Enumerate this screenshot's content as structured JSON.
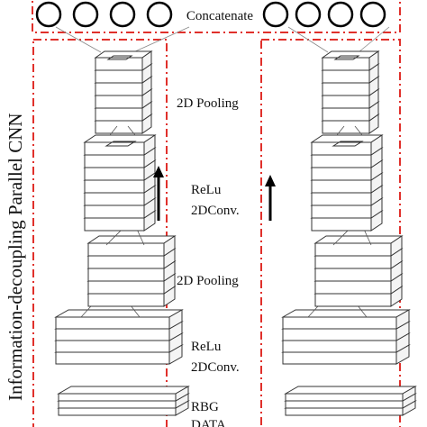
{
  "vertical_title": "Information-decoupling Parallel CNN",
  "concat_label": "Concatenate",
  "concat_circles": {
    "left_count": 4,
    "right_count": 4
  },
  "labels": {
    "pool_top": "2D Pooling",
    "relu_top": "ReLu",
    "conv_top": "2DConv.",
    "pool_mid": "2D Pooling",
    "relu_bottom": "ReLu",
    "conv_bottom": "2DConv.",
    "input_rgb": "RBG",
    "input_data": "DATA"
  },
  "colors": {
    "dashed_border": "#e0302b",
    "stroke": "#333333",
    "arrow": "#000000"
  }
}
